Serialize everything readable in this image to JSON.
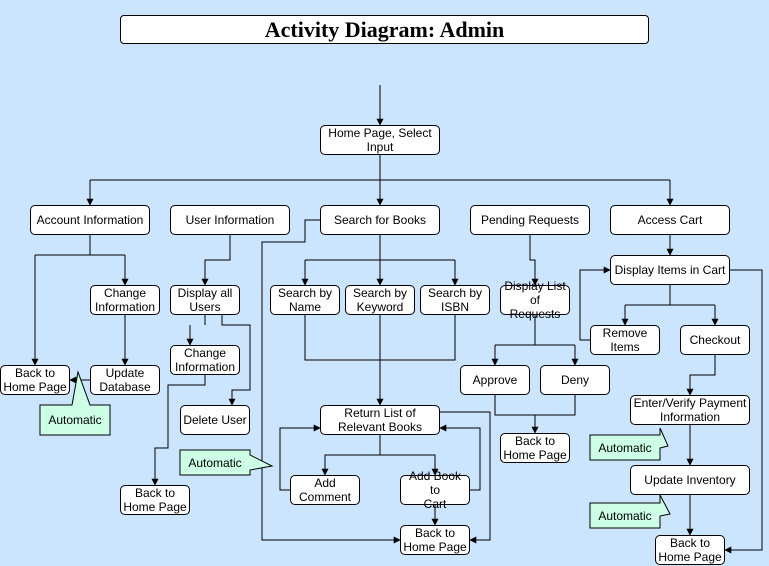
{
  "title": "Activity Diagram: Admin",
  "nodes": {
    "home_page": "Home Page, Select\nInput",
    "account_information": "Account Information",
    "user_information": "User Information",
    "search_for_books": "Search for Books",
    "pending_requests": "Pending Requests",
    "access_cart": "Access Cart",
    "change_information_account": "Change\nInformation",
    "back_home_account": "Back to\nHome Page",
    "update_database": "Update\nDatabase",
    "display_all_users": "Display all\nUsers",
    "change_information_user": "Change\nInformation",
    "delete_user": "Delete User",
    "back_home_user": "Back to\nHome Page",
    "search_by_name": "Search by\nName",
    "search_by_keyword": "Search by\nKeyword",
    "search_by_isbn": "Search by\nISBN",
    "return_list": "Return List of\nRelevant Books",
    "add_comment": "Add\nComment",
    "add_book_to_cart": "Add Book to\nCart",
    "back_home_search": "Back to\nHome Page",
    "display_list_requests": "Display List\nof Requests",
    "approve": "Approve",
    "deny": "Deny",
    "back_home_requests": "Back to\nHome Page",
    "display_items_cart": "Display Items in Cart",
    "remove_items": "Remove\nItems",
    "checkout": "Checkout",
    "enter_verify_payment": "Enter/Verify Payment\nInformation",
    "update_inventory": "Update Inventory",
    "back_home_cart": "Back to\nHome Page"
  },
  "notes": {
    "automatic_account": "Automatic",
    "automatic_user": "Automatic",
    "automatic_payment": "Automatic",
    "automatic_inventory": "Automatic"
  },
  "colors": {
    "background": "#cce5ff",
    "node_fill": "#ffffff",
    "note_fill": "#ccffe6",
    "line": "#000000"
  }
}
